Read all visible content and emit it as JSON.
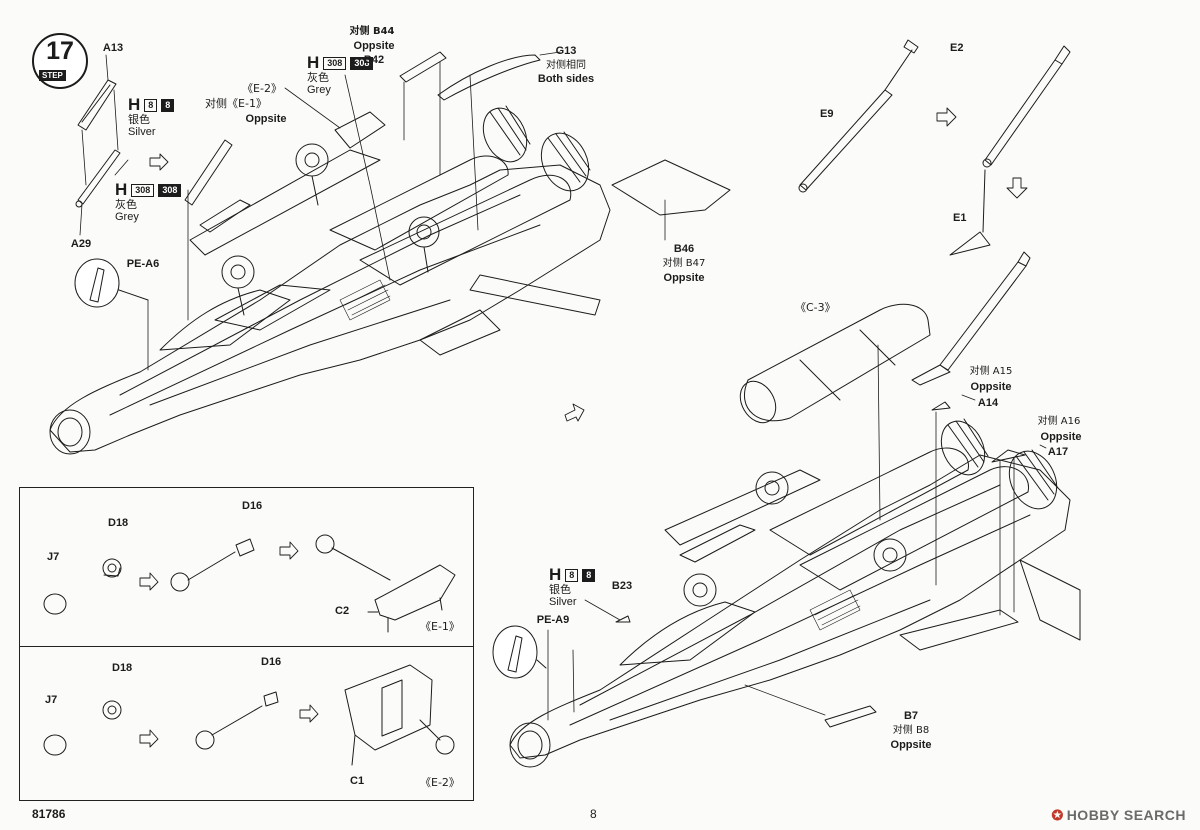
{
  "step": {
    "number": "17",
    "word": "STEP"
  },
  "parts": {
    "a13": "A13",
    "a29": "A29",
    "pe_a6": "PE-A6",
    "e2_ref": "《E-2》",
    "e2_opp": "对侧《E-1》",
    "e2_opp_en": "Oppsite",
    "b44_zh": "对侧 B44",
    "b44_en": "Oppsite",
    "b42": "B42",
    "g13": "G13",
    "g13_zh": "对侧相同",
    "g13_en": "Both sides",
    "b46": "B46",
    "b46_zh": "对侧 B47",
    "b46_en": "Oppsite",
    "e2": "E2",
    "e9": "E9",
    "e1": "E1",
    "c3": "《C-3》",
    "a15_zh": "对侧 A15",
    "a15_en": "Oppsite",
    "a14": "A14",
    "a16_zh": "对侧 A16",
    "a16_en": "Oppsite",
    "a17": "A17",
    "b23": "B23",
    "pe_a9": "PE-A9",
    "b7": "B7",
    "b7_zh": "对侧 B8",
    "b7_en": "Oppsite"
  },
  "paints": {
    "silver1": {
      "letter": "H",
      "code1": "8",
      "code2": "8",
      "zh": "银色",
      "en": "Silver"
    },
    "grey1": {
      "letter": "H",
      "code1": "308",
      "code2": "308",
      "zh": "灰色",
      "en": "Grey"
    },
    "grey2": {
      "letter": "H",
      "code1": "308",
      "code2": "308",
      "zh": "灰色",
      "en": "Grey"
    },
    "silver2": {
      "letter": "H",
      "code1": "8",
      "code2": "8",
      "zh": "银色",
      "en": "Silver"
    }
  },
  "inset1": {
    "j7": "J7",
    "d18": "D18",
    "d16": "D16",
    "c2": "C2",
    "ref": "《E-1》"
  },
  "inset2": {
    "j7": "J7",
    "d18": "D18",
    "d16": "D16",
    "c1": "C1",
    "ref": "《E-2》"
  },
  "footer": {
    "code": "81786",
    "page": "8"
  },
  "watermark": {
    "brand": "HOBBY SEARCH"
  },
  "colors": {
    "ink": "#1c1c1c",
    "paper": "#fbfbf9",
    "watermark": "#6a6a6a",
    "logo_star": "#c0392b"
  }
}
